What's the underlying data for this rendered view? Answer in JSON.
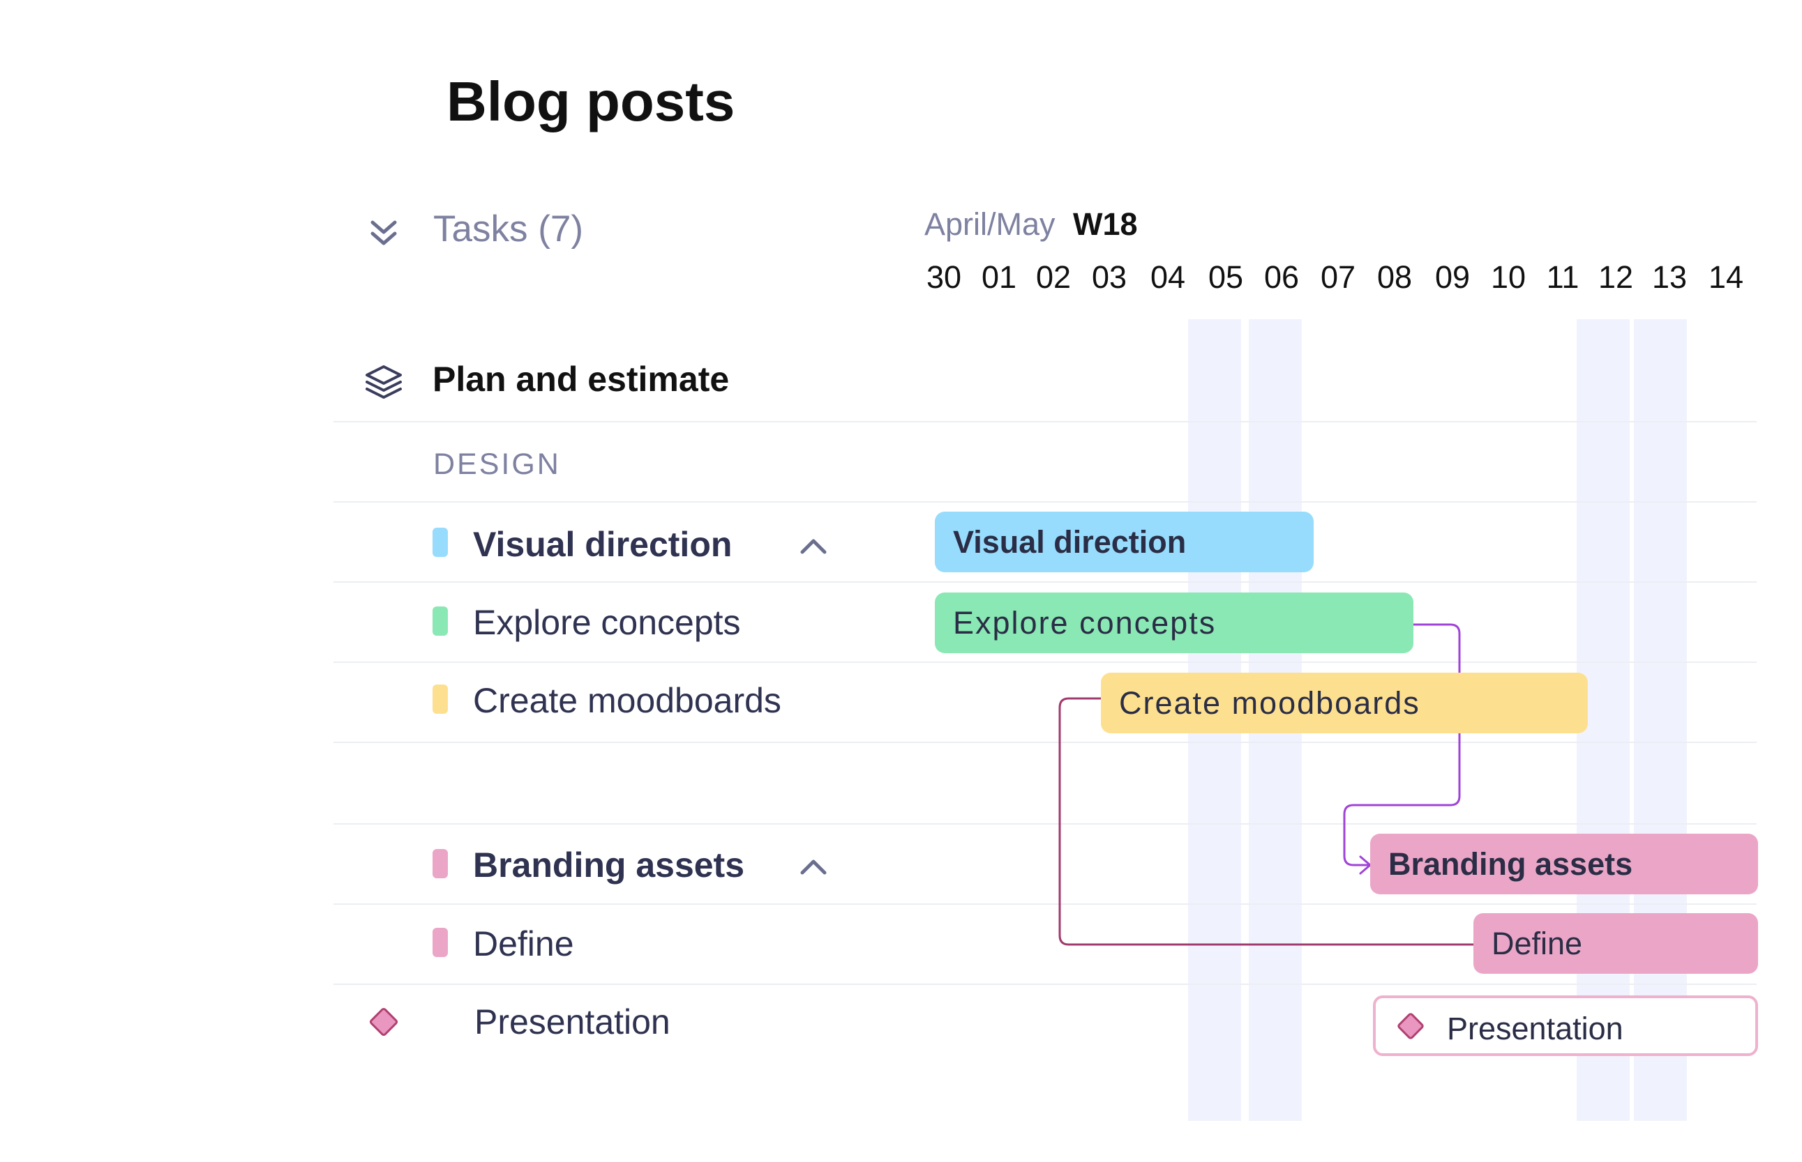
{
  "title": "Blog posts",
  "header": {
    "tasks_label": "Tasks (7)",
    "month_label": "April/May",
    "week_label": "W18",
    "days": [
      "30",
      "01",
      "02",
      "03",
      "04",
      "05",
      "06",
      "07",
      "08",
      "09",
      "10",
      "11",
      "12",
      "13",
      "14"
    ]
  },
  "group": {
    "label": "Plan and estimate",
    "icon": "layers-icon"
  },
  "section": {
    "label": "DESIGN"
  },
  "tasks": [
    {
      "label": "Visual direction",
      "color": "#97dcfc",
      "bar_label": "Visual direction"
    },
    {
      "label": "Explore concepts",
      "color": "#8ae8b4",
      "bar_label": "Explore concepts"
    },
    {
      "label": "Create moodboards",
      "color": "#fde08f",
      "bar_label": "Create moodboards"
    },
    {
      "label": "Branding assets",
      "color": "#eba6c7",
      "bar_label": "Branding assets"
    },
    {
      "label": "Define",
      "color": "#eba6c7",
      "bar_label": "Define"
    },
    {
      "label": "Presentation",
      "color": "#eba6c7",
      "bar_label": "Presentation"
    }
  ],
  "icons": {
    "toggle": "double-chevron-down-icon",
    "collapse": "chevron-up-icon",
    "milestone": "diamond-icon"
  },
  "colors": {
    "weekend_shade": "#f0f3fd",
    "dependency_purple": "#a043d8",
    "dependency_maroon": "#a13a6f",
    "milestone_fill": "#e996c1",
    "milestone_stroke": "#b1406f"
  }
}
